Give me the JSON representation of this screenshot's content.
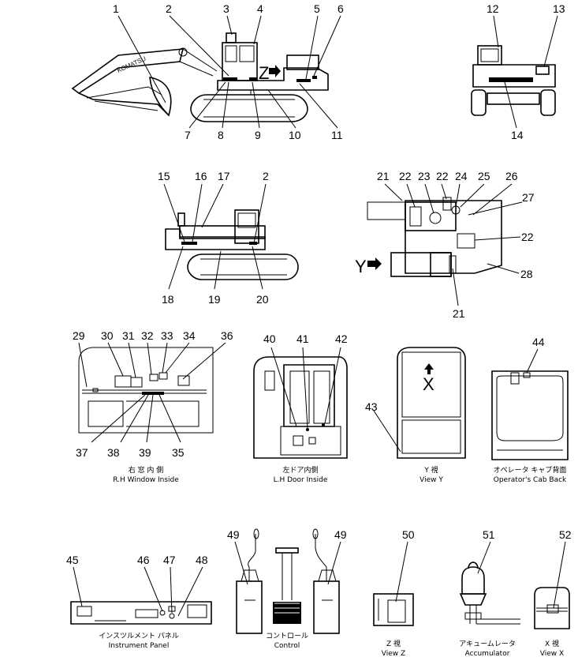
{
  "callouts": [
    "1",
    "2",
    "3",
    "4",
    "5",
    "6",
    "7",
    "8",
    "9",
    "10",
    "11",
    "12",
    "13",
    "14",
    "15",
    "16",
    "17",
    "2",
    "18",
    "19",
    "20",
    "21",
    "22",
    "23",
    "22",
    "24",
    "25",
    "26",
    "27",
    "22",
    "28",
    "21",
    "29",
    "30",
    "31",
    "32",
    "33",
    "34",
    "36",
    "37",
    "38",
    "39",
    "35",
    "40",
    "41",
    "42",
    "43",
    "44",
    "45",
    "46",
    "47",
    "48",
    "49",
    "49",
    "50",
    "51",
    "52"
  ],
  "captions": {
    "rh_window_jp": "右 窓 内 側",
    "rh_window_en": "R.H Window Inside",
    "lh_door_jp": "左ドア内側",
    "lh_door_en": "L.H Door Inside",
    "view_y_jp": "Y  視",
    "view_y_en": "View Y",
    "cab_back_jp": "オペレータ キャブ背面",
    "cab_back_en": "Operator's Cab Back",
    "panel_jp": "インスツルメント パネル",
    "panel_en": "Instrument Panel",
    "control_jp": "コントロール",
    "control_en": "Control",
    "view_z_jp": "Z  視",
    "view_z_en": "View Z",
    "accum_jp": "アキュームレータ",
    "accum_en": "Accumulator",
    "view_x_jp": "X  視",
    "view_x_en": "View X"
  },
  "view_letters": {
    "z": "Z",
    "y": "Y",
    "x": "X"
  },
  "boom_lettering": "KOMATSU"
}
